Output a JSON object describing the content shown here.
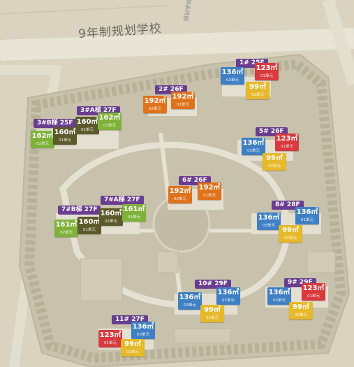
{
  "school_label": "9年制规划学校",
  "school_small_label": "规划学校",
  "colors": {
    "green": "#7fb23a",
    "olive": "#5c5a2b",
    "orange": "#e0721c",
    "blue": "#3f80c4",
    "red": "#d83a3e",
    "yellow": "#e6b92a",
    "title": "#6a3d91"
  },
  "buildings": [
    {
      "title": "1# 25F",
      "units": [
        {
          "area": "136㎡",
          "sub": "03单元",
          "color": "blue"
        },
        {
          "area": "123㎡",
          "sub": "01单元",
          "color": "red"
        },
        {
          "area": "99㎡",
          "sub": "02单元",
          "color": "yellow"
        }
      ]
    },
    {
      "title": "2# 26F",
      "units": [
        {
          "area": "192㎡",
          "sub": "02单元",
          "color": "orange"
        },
        {
          "area": "192㎡",
          "sub": "01单元",
          "color": "orange"
        }
      ]
    },
    {
      "title": "3#B梯 25F",
      "units": [
        {
          "area": "162㎡",
          "sub": "02单元",
          "color": "green"
        },
        {
          "area": "160㎡",
          "sub": "01单元",
          "color": "olive"
        }
      ]
    },
    {
      "title": "3#A梯 27F",
      "units": [
        {
          "area": "160㎡",
          "sub": "02单元",
          "color": "olive"
        },
        {
          "area": "162㎡",
          "sub": "01单元",
          "color": "green"
        }
      ]
    },
    {
      "title": "5# 26F",
      "units": [
        {
          "area": "136㎡",
          "sub": "03单元",
          "color": "blue"
        },
        {
          "area": "123㎡",
          "sub": "01单元",
          "color": "red"
        },
        {
          "area": "99㎡",
          "sub": "02单元",
          "color": "yellow"
        }
      ]
    },
    {
      "title": "6# 26F",
      "units": [
        {
          "area": "192㎡",
          "sub": "02单元",
          "color": "orange"
        },
        {
          "area": "192㎡",
          "sub": "01单元",
          "color": "orange"
        }
      ]
    },
    {
      "title": "7#B梯 27F",
      "units": [
        {
          "area": "161㎡",
          "sub": "02单元",
          "color": "green"
        },
        {
          "area": "160㎡",
          "sub": "01单元",
          "color": "olive"
        }
      ]
    },
    {
      "title": "7#A梯 27F",
      "units": [
        {
          "area": "160㎡",
          "sub": "02单元",
          "color": "olive"
        },
        {
          "area": "161㎡",
          "sub": "01单元",
          "color": "green"
        }
      ]
    },
    {
      "title": "8# 28F",
      "units": [
        {
          "area": "136㎡",
          "sub": "03单元",
          "color": "blue"
        },
        {
          "area": "136㎡",
          "sub": "01单元",
          "color": "blue"
        },
        {
          "area": "99㎡",
          "sub": "02单元",
          "color": "yellow"
        }
      ]
    },
    {
      "title": "9# 29F",
      "units": [
        {
          "area": "136㎡",
          "sub": "03单元",
          "color": "blue"
        },
        {
          "area": "123㎡",
          "sub": "01单元",
          "color": "red"
        },
        {
          "area": "99㎡",
          "sub": "02单元",
          "color": "yellow"
        }
      ]
    },
    {
      "title": "10# 29F",
      "units": [
        {
          "area": "136㎡",
          "sub": "03单元",
          "color": "blue"
        },
        {
          "area": "136㎡",
          "sub": "01单元",
          "color": "blue"
        },
        {
          "area": "99㎡",
          "sub": "02单元",
          "color": "yellow"
        }
      ]
    },
    {
      "title": "11# 27F",
      "units": [
        {
          "area": "123㎡",
          "sub": "01单元",
          "color": "red"
        },
        {
          "area": "136㎡",
          "sub": "03单元",
          "color": "blue"
        },
        {
          "area": "99㎡",
          "sub": "02单元",
          "color": "yellow"
        }
      ]
    }
  ]
}
